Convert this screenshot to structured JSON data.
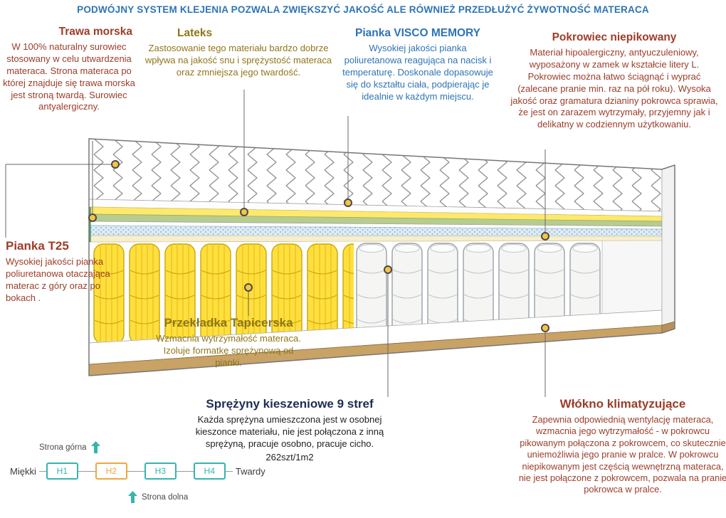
{
  "banner": {
    "text": "PODWÓJNY SYSTEM KLEJENIA POZWALA ZWIĘKSZYĆ JAKOŚĆ ALE RÓWNIEŻ PRZEDŁUŻYĆ ŻYWOTNOŚĆ MATERACA"
  },
  "callouts": {
    "trawa_morska": {
      "title": "Trawa morska",
      "body": "W 100% naturalny surowiec stosowany w celu utwardzenia materaca. Strona materaca po której znajduje się trawa morska jest stroną twardą. Surowiec antyalergiczny."
    },
    "lateks": {
      "title": "Lateks",
      "body": "Zastosowanie tego materiału bardzo dobrze wpływa na jakość snu i sprężystość materaca oraz zmniejsza jego twardość."
    },
    "pianka_visco": {
      "title": "Pianka VISCO MEMORY",
      "body": "Wysokiej jakości pianka poliuretanowa reagująca na nacisk i temperaturę. Doskonale dopasowuje się do kształtu ciała, podpierając je idealnie w każdym miejscu."
    },
    "pokrowiec": {
      "title": "Pokrowiec niepikowany",
      "body": "Materiał hipoalergiczny, antyuczuleniowy, wyposażony w zamek w kształcie litery L. Pokrowiec można łatwo ściągnąć i wyprać (zalecane pranie min. raz na pół roku). Wysoka jakość oraz gramatura dzianiny pokrowca sprawia, że jest on zarazem wytrzymały, przyjemny jak i delikatny w codziennym użytkowaniu."
    },
    "pianka_t25": {
      "title": "Pianka T25",
      "body": "Wysokiej jakości pianka poliuretanowa otaczająca materac z góry oraz po bokach ."
    },
    "przekladka": {
      "title": "Przekładka Tapicerska",
      "body": "Wzmacnia wytrzymałość materaca. Izoluje formatkę sprężynową od pianki."
    },
    "sprezyny": {
      "title": "Sprężyny kieszeniowe 9 stref",
      "body": "Każda sprężyna umieszczona jest w osobnej kieszonce materiału, nie jest połączona z inną sprężyną, pracuje osobno, pracuje cicho.",
      "spec": "262szt/1m2"
    },
    "wlokno": {
      "title": "Włókno klimatyzujące",
      "body": "Zapewnia odpowiednią wentylację materaca, wzmacnia jego wytrzymałość - w pokrowcu pikowanym połączona z pokrowcem, co skutecznie uniemożliwia jego pranie w pralce. W pokrowcu niepikowanym jest częścią wewnętrzną materaca, nie jest połączone z pokrowcem, pozwala na pranie pokrowca w pralce."
    }
  },
  "hardness_scale": {
    "top_side_label": "Strona górna",
    "bottom_side_label": "Strona dolna",
    "soft_label": "Miękki",
    "hard_label": "Twardy",
    "levels": [
      {
        "label": "H1",
        "color": "#35b5ae"
      },
      {
        "label": "H2",
        "color": "#eda93c"
      },
      {
        "label": "H3",
        "color": "#35b5ae"
      },
      {
        "label": "H4",
        "color": "#35b5ae"
      }
    ]
  },
  "colors": {
    "heading_red": "#9c3c28",
    "heading_olive": "#8f7618",
    "heading_blue": "#2e74b5",
    "heading_navy": "#1c2e52",
    "arrow_teal": "#35b5ae",
    "spring_yellow": "#ffdf3d",
    "base_tan": "#c9a266"
  }
}
